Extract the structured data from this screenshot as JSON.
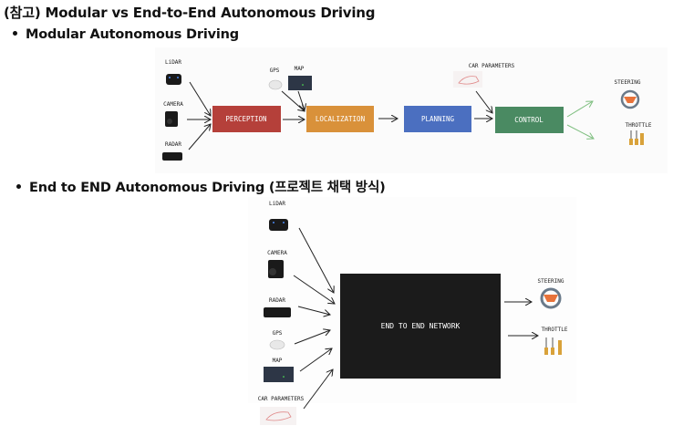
{
  "title": "(참고) Modular vs End-to-End Autonomous Driving",
  "bullets": [
    {
      "label": "Modular Autonomous Driving"
    },
    {
      "label": "End to END Autonomous Driving (프로젝트 채택 방식)"
    }
  ],
  "modular_diagram": {
    "inputs": {
      "lidar": "LiDAR",
      "camera": "CAMERA",
      "radar": "RADAR",
      "gps": "GPS",
      "map": "MAP",
      "car_parameters": "CAR PARAMETERS"
    },
    "modules": [
      {
        "label": "PERCEPTION",
        "color": "#b5403a"
      },
      {
        "label": "LOCALIZATION",
        "color": "#d9913a"
      },
      {
        "label": "PLANNING",
        "color": "#4b6fc0"
      },
      {
        "label": "CONTROL",
        "color": "#4a8a62"
      }
    ],
    "outputs": {
      "steering": "STEERING",
      "throttle": "THROTTLE"
    }
  },
  "e2e_diagram": {
    "inputs": {
      "lidar": "LiDAR",
      "camera": "CAMERA",
      "radar": "RADAR",
      "gps": "GPS",
      "map": "MAP",
      "car_parameters": "CAR PARAMETERS"
    },
    "network": {
      "label": "END TO END NETWORK",
      "color": "#1b1b1b"
    },
    "outputs": {
      "steering": "STEERING",
      "throttle": "THROTTLE"
    }
  }
}
